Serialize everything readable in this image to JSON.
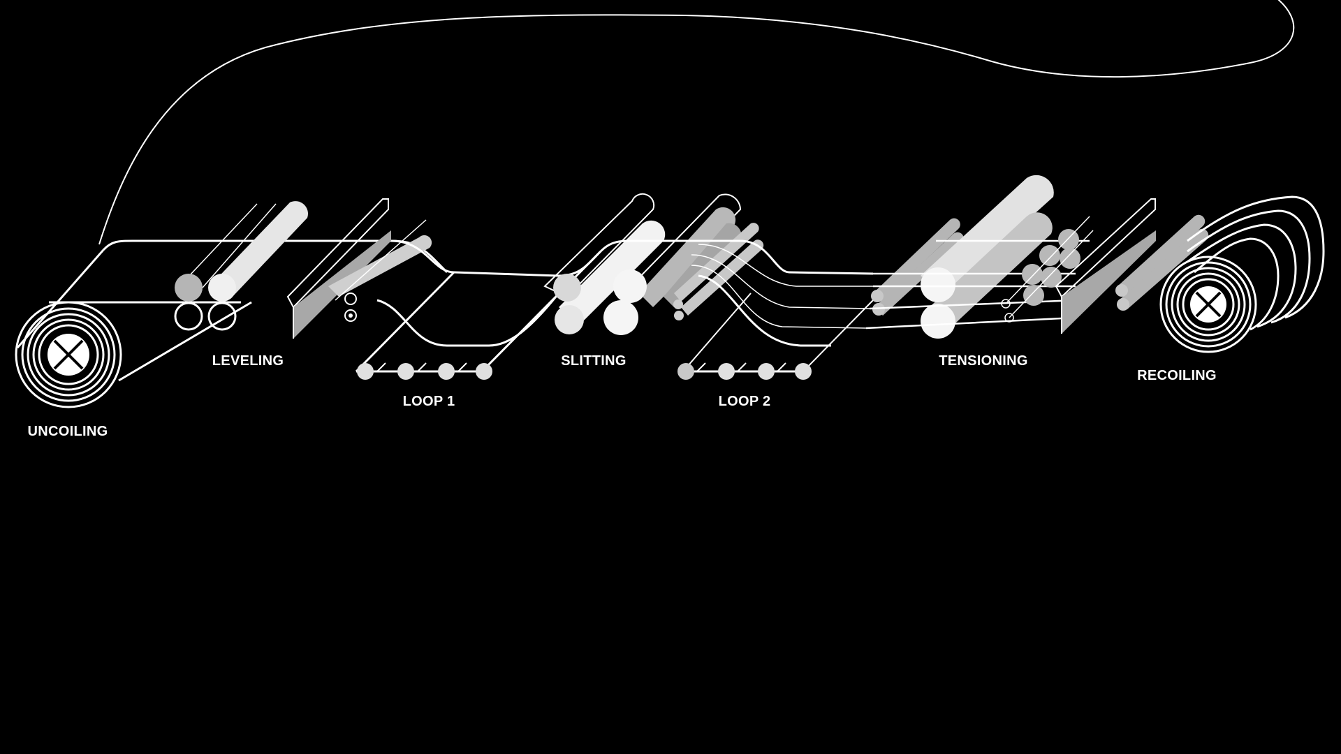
{
  "diagram": {
    "stages": {
      "uncoiling": "UNCOILING",
      "leveling": "LEVELING",
      "loop1": "LOOP 1",
      "slitting": "SLITTING",
      "loop2": "LOOP 2",
      "tensioning": "TENSIONING",
      "recoiling": "RECOILING"
    },
    "colors": {
      "background": "#000000",
      "line": "#ffffff",
      "fill_light": "#e6e6e6",
      "fill_mid": "#c4c4c4",
      "fill_dark": "#9a9a9a"
    }
  }
}
